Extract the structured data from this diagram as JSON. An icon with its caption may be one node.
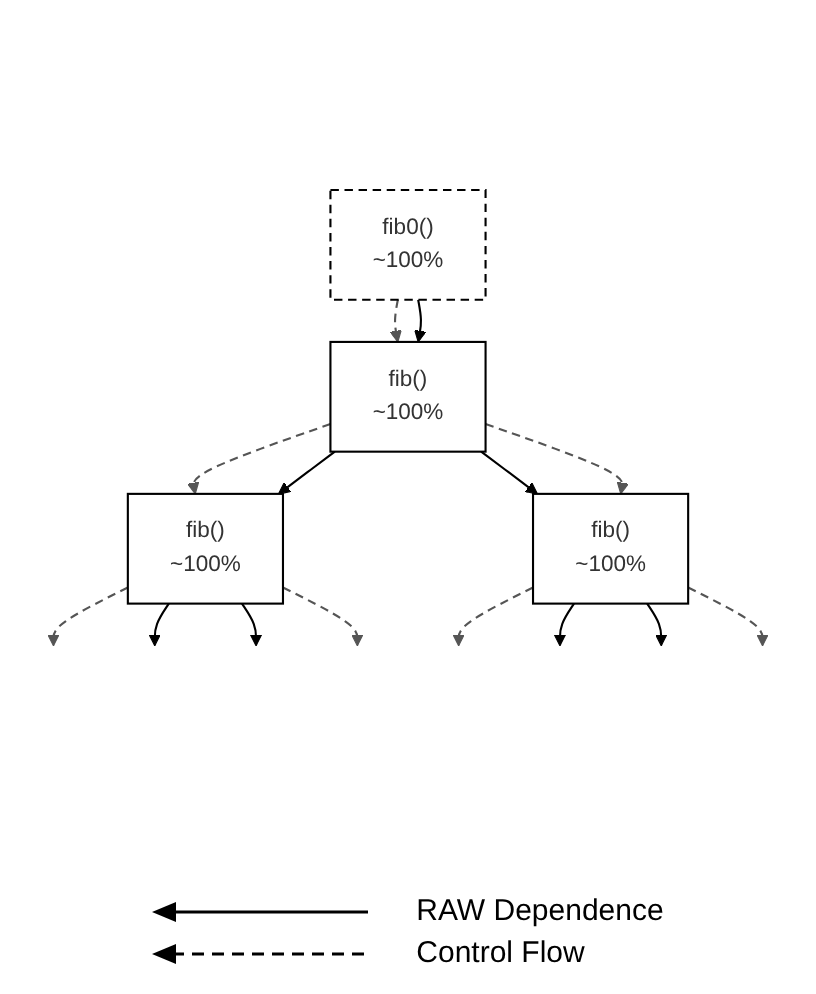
{
  "diagram": {
    "nodes": [
      {
        "text": [
          "fib0()",
          "~100%"
        ]
      },
      {
        "text": [
          "fib()",
          "~100%"
        ]
      },
      {
        "text": [
          "fib()",
          "~100%"
        ]
      },
      {
        "text": [
          "fib()",
          "~100%"
        ]
      }
    ],
    "edges": [
      {
        "from": 0,
        "to": 1,
        "arrow": "to",
        "style": "dashed",
        "color": "#555555"
      },
      {
        "from": 0,
        "to": 1,
        "arrow": "to"
      },
      {
        "from": 1,
        "to": 2,
        "arrow": "to",
        "style": "dashed",
        "color": "#555555"
      },
      {
        "from": 1,
        "to": 2,
        "arrow": "to"
      },
      {
        "from": 1,
        "to": 3,
        "arrow": "to"
      },
      {
        "from": 1,
        "to": 3,
        "arrow": "to",
        "style": "dashed",
        "color": "#555555"
      },
      {
        "from": 2,
        "to": null,
        "arrow": "to",
        "style": "dashed",
        "color": "#555555"
      },
      {
        "from": 2,
        "to": null,
        "arrow": "to"
      },
      {
        "from": 2,
        "to": null,
        "arrow": "to"
      },
      {
        "from": 2,
        "to": null,
        "arrow": "to",
        "style": "dashed",
        "color": "#555555"
      },
      {
        "from": 3,
        "to": null,
        "arrow": "to",
        "style": "dashed",
        "color": "#555555"
      },
      {
        "from": 3,
        "to": null,
        "arrow": "to"
      },
      {
        "from": 3,
        "to": null,
        "arrow": "to"
      },
      {
        "from": 3,
        "to": null,
        "arrow": "to",
        "style": "dashed",
        "color": "#555555"
      }
    ],
    "legend": [
      {
        "text": "RAW Dependence"
      },
      {
        "text": "Control Flow"
      }
    ]
  }
}
